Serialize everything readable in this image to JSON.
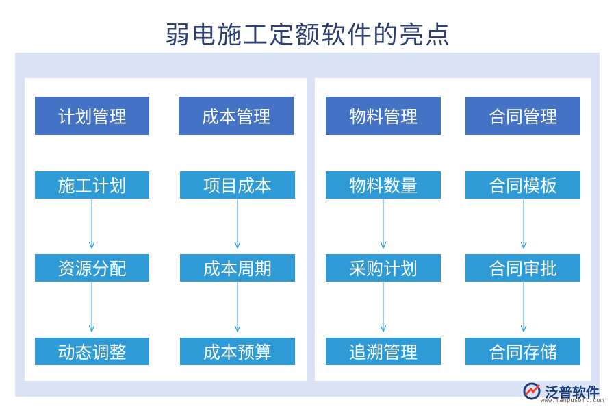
{
  "title": "弱电施工定额软件的亮点",
  "columns": [
    {
      "header": "计划管理",
      "items": [
        "施工计划",
        "资源分配",
        "动态调整"
      ]
    },
    {
      "header": "成本管理",
      "items": [
        "项目成本",
        "成本周期",
        "成本预算"
      ]
    },
    {
      "header": "物料管理",
      "items": [
        "物料数量",
        "采购计划",
        "追溯管理"
      ]
    },
    {
      "header": "合同管理",
      "items": [
        "合同模板",
        "合同审批",
        "合同存储"
      ]
    }
  ],
  "logo": {
    "name": "泛普软件",
    "url": "www.fanpusoft.com",
    "icon": "fanpu-logo-icon"
  },
  "colors": {
    "header": "#4472c4",
    "item": "#2f9bd6",
    "background": "#d9e3f4",
    "title": "#2f4170"
  }
}
